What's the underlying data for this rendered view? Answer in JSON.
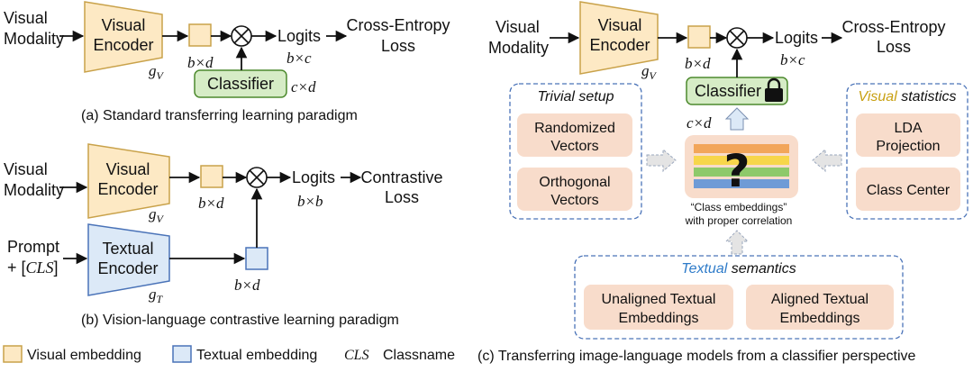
{
  "panel_a": {
    "input": [
      "Visual",
      "Modality"
    ],
    "encoder": [
      "Visual",
      "Encoder"
    ],
    "encoder_sym": "g",
    "encoder_sub": "V",
    "feat_dim": "b×d",
    "logits": "Logits",
    "logits_dim": "b×c",
    "loss": [
      "Cross-Entropy",
      "Loss"
    ],
    "classifier": "Classifier",
    "classifier_dim": "c×d",
    "caption": "(a) Standard transferring learning paradigm"
  },
  "panel_b": {
    "input": [
      "Visual",
      "Modality"
    ],
    "encoder": [
      "Visual",
      "Encoder"
    ],
    "encoder_sym": "g",
    "encoder_sub": "V",
    "feat_dim": "b×d",
    "logits": "Logits",
    "logits_dim": "b×b",
    "loss": [
      "Contrastive",
      "Loss"
    ],
    "prompt_line1": "Prompt",
    "prompt_line2_plus": "+ [",
    "prompt_cls": "CLS",
    "prompt_close": "]",
    "text_encoder": [
      "Textual",
      "Encoder"
    ],
    "text_sym": "g",
    "text_sub": "T",
    "text_dim": "b×d",
    "caption": "(b) Vision-language contrastive learning paradigm"
  },
  "legend": {
    "visual": "Visual embedding",
    "textual": "Textual embedding",
    "cls": "CLS",
    "classname": "Classname"
  },
  "panel_c": {
    "input": [
      "Visual",
      "Modality"
    ],
    "encoder": [
      "Visual",
      "Encoder"
    ],
    "encoder_sym": "g",
    "encoder_sub": "V",
    "feat_dim": "b×d",
    "logits": "Logits",
    "logits_dim": "b×c",
    "loss": [
      "Cross-Entropy",
      "Loss"
    ],
    "classifier": "Classifier",
    "classifier_dim": "c×d",
    "trivial_title": "Trivial setup",
    "trivial_items": [
      [
        "Randomized",
        "Vectors"
      ],
      [
        "Orthogonal",
        "Vectors"
      ]
    ],
    "visual_word": "Visual",
    "statistics_word": " statistics",
    "visual_items": [
      [
        "LDA",
        "Projection"
      ],
      [
        "Class Center"
      ]
    ],
    "center_mark": "?",
    "center_caption": [
      "“Class embeddings”",
      "with proper correlation"
    ],
    "textual_word": "Textual",
    "semantics_word": " semantics",
    "textual_items": [
      [
        "Unaligned Textual",
        "Embeddings"
      ],
      [
        "Aligned Textual",
        "Embeddings"
      ]
    ],
    "caption": "(c) Transferring image-language models from a classifier perspective"
  },
  "colors": {
    "visual_fill": "#fde9c4",
    "visual_stroke": "#c9a24a",
    "textual_fill": "#dce9f7",
    "textual_stroke": "#4a73b8",
    "classifier_fill": "#d6ecc6",
    "classifier_stroke": "#4d8a2e",
    "option_fill": "#f8dccb",
    "dashed_stroke": "#4a73b8",
    "visual_accent": "#c8a012",
    "textual_accent": "#2e7bc9"
  }
}
